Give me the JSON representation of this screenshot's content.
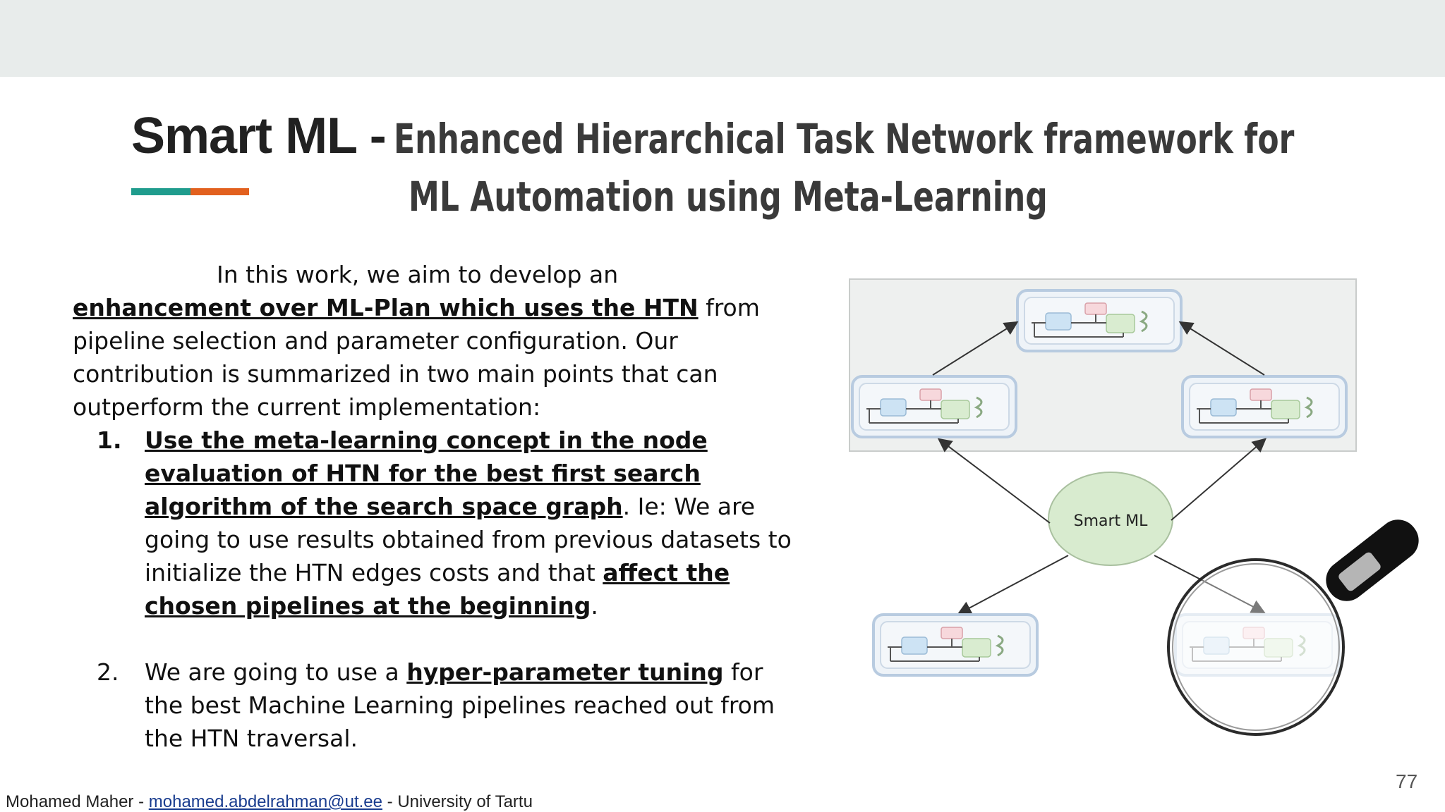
{
  "slide": {
    "title_bold": "Smart ML -",
    "title_rest_line1": "Enhanced Hierarchical Task Network framework for",
    "title_rest_line2": "ML Automation using Meta-Learning",
    "accent_colors": [
      "#1f9c8d",
      "#e2601e"
    ],
    "intro": {
      "part1": "In this work, we aim to develop an ",
      "bold1": "enhancement over ML-Plan which uses the HTN",
      "part2": " from pipeline selection and parameter configuration. Our contribution is summarized in two main points that can outperform the current implementation:"
    },
    "points": [
      {
        "number": "1.",
        "bold1": "Use the meta-learning concept in the node evaluation of HTN for the best first search algorithm of the search space graph",
        "text1": ". Ie: We are going to use results obtained from previous datasets to initialize the HTN edges costs and that ",
        "bold2": "affect the chosen pipelines at the beginning",
        "text2": "."
      },
      {
        "number": "2.",
        "text1": "We are going to use a ",
        "bold1": "hyper-parameter tuning",
        "text2": " for the best Machine Learning pipelines reached out from the HTN traversal."
      }
    ],
    "figure": {
      "center_label": "Smart ML",
      "magnifier_icon": "magnifying-glass-icon"
    },
    "footer": {
      "author": "Mohamed Maher - ",
      "email": "mohamed.abdelrahman@ut.ee",
      "affiliation": " - University of Tartu"
    },
    "page_number": "77"
  }
}
